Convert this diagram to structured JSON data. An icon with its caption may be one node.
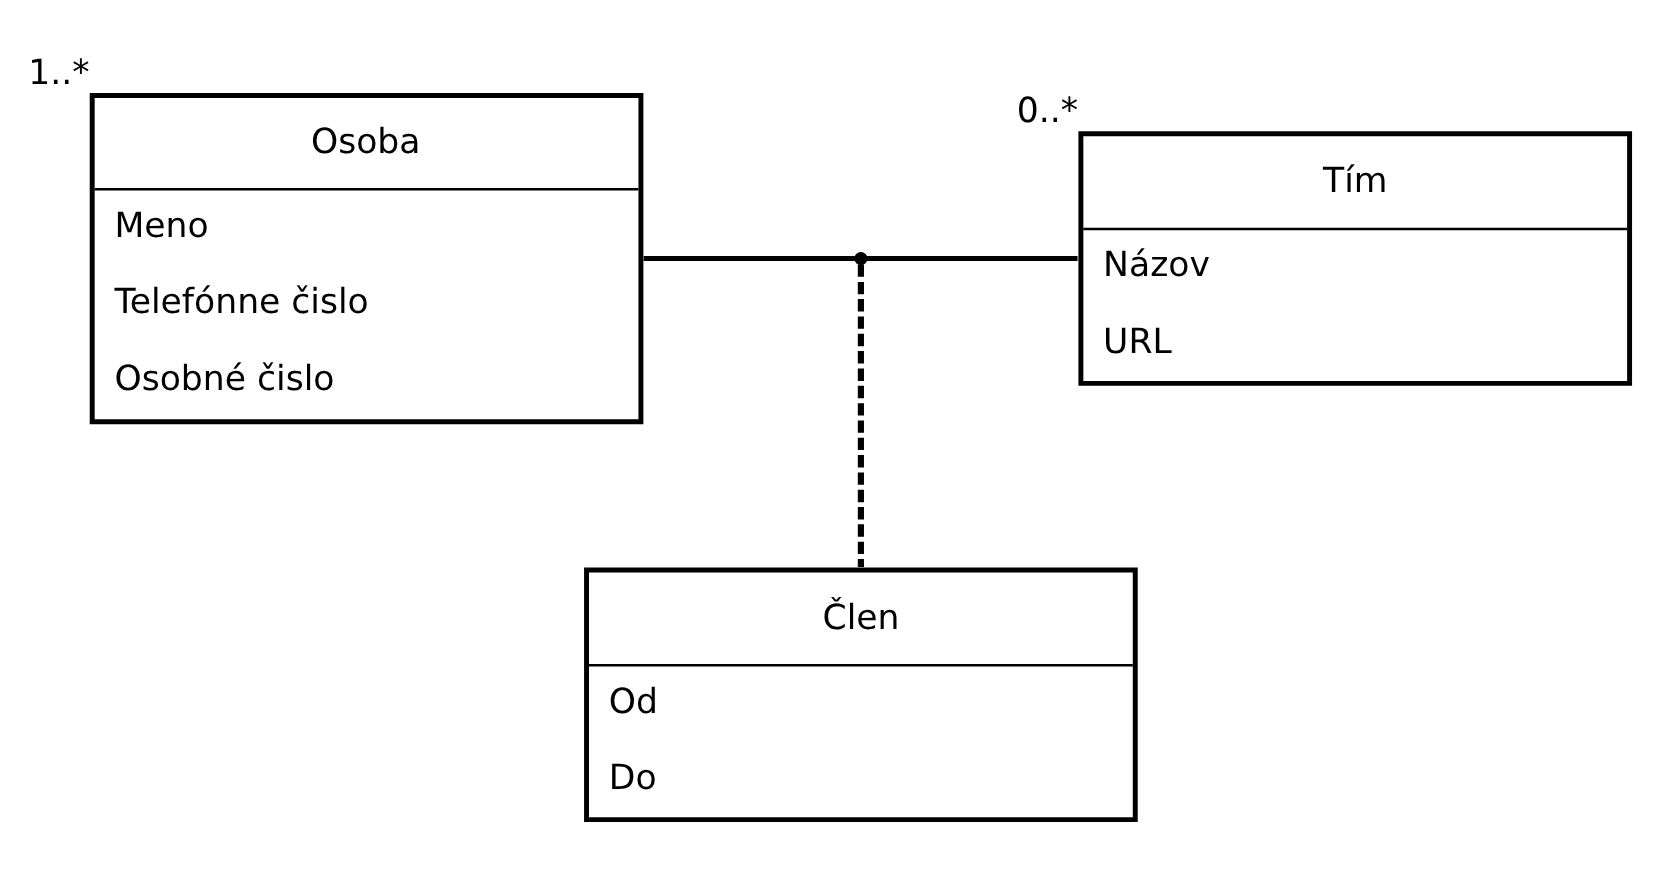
{
  "diagram": {
    "nodes": [
      {
        "text": [
          "Osoba",
          "Meno",
          "Telefónne čislo",
          "Osobné čislo"
        ],
        "beside": [
          "1..*"
        ]
      },
      {
        "text": [
          "Tím",
          "Názov",
          "URL"
        ],
        "beside": [
          "0..*"
        ]
      },
      {
        "text": [],
        "shape": "point"
      },
      {
        "text": [
          "Člen",
          "Od",
          "Do"
        ]
      }
    ],
    "edges": [
      {
        "from": 0,
        "to": 2,
        "arrow": "none"
      },
      {
        "from": 2,
        "to": 1,
        "arrow": "none"
      },
      {
        "from": 2,
        "to": 3,
        "arrow": "none",
        "style": "dashed"
      }
    ]
  }
}
